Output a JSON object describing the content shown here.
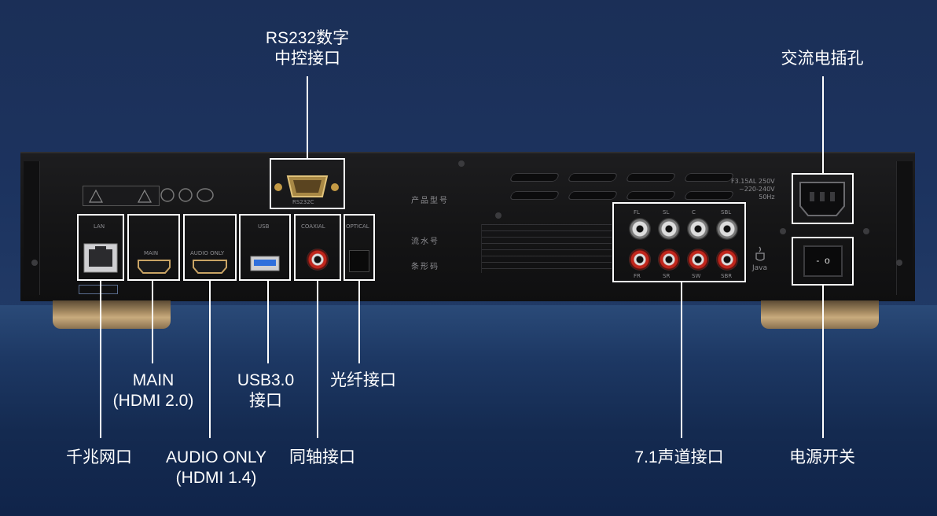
{
  "labels": {
    "rs232_line1": "RS232数字",
    "rs232_line2": "中控接口",
    "ac_socket": "交流电插孔",
    "main_line1": "MAIN",
    "main_line2": "(HDMI 2.0)",
    "usb_line1": "USB3.0",
    "usb_line2": "接口",
    "optical": "光纤接口",
    "lan": "千兆网口",
    "audio_only_line1": "AUDIO ONLY",
    "audio_only_line2": "(HDMI 1.4)",
    "coaxial": "同轴接口",
    "channel71": "7.1声道接口",
    "power_switch": "电源开关"
  },
  "panel_text": {
    "lan": "LAN",
    "usb": "USB",
    "coaxial": "COAXIAL",
    "optical": "OPTICAL",
    "main": "MAIN",
    "audio_only": "AUDIO ONLY",
    "product_model": "产品型号",
    "serial": "流水号",
    "barcode": "条形码",
    "power_rating": "F3.15AL 250V\n~220-240V\n50Hz",
    "rca_top": [
      "FL",
      "SL",
      "C",
      "SBL"
    ],
    "rca_bottom": [
      "FR",
      "SR",
      "SW",
      "SBR"
    ],
    "switch_symbols": "-  o",
    "java": "Java"
  },
  "colors": {
    "background": "#1b2e55",
    "device": "#151516",
    "highlight": "#ffffff",
    "foot_gold": "#c8ab7d",
    "rca_red": "#c0261c"
  }
}
